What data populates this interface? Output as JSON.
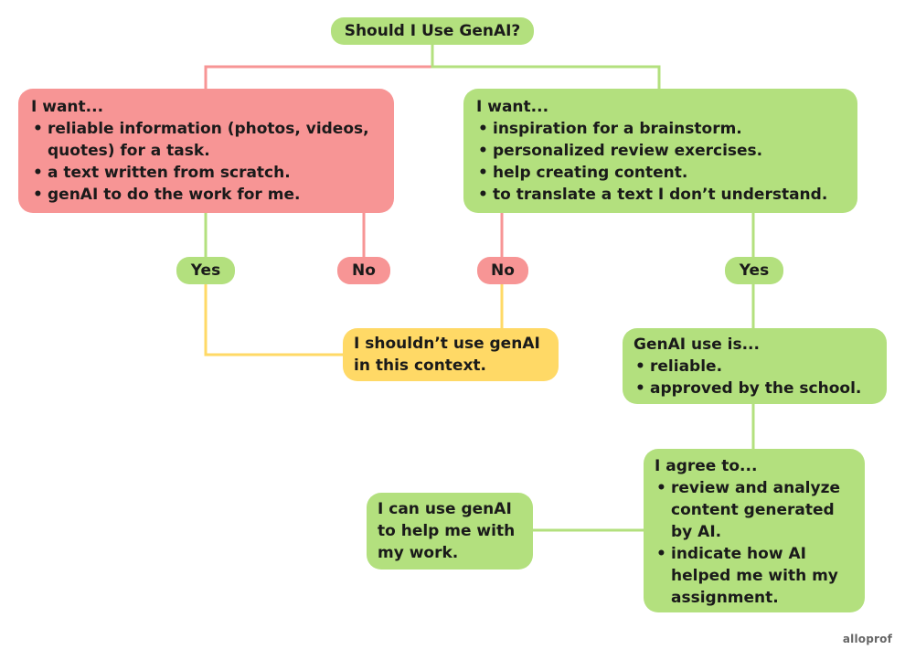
{
  "title": "Should I Use GenAI?",
  "left_box": {
    "heading": "I want...",
    "items": [
      "reliable information (photos, videos, quotes) for a task.",
      "a text written from scratch.",
      "genAI to do the work for me."
    ]
  },
  "right_box": {
    "heading": "I want...",
    "items": [
      "inspiration for a brainstorm.",
      "personalized review exercises.",
      "help creating content.",
      "to translate a text I don’t understand."
    ]
  },
  "labels": {
    "left_yes": "Yes",
    "left_no": "No",
    "right_no": "No",
    "right_yes": "Yes"
  },
  "shouldnt_box": {
    "text": "I shouldn’t use genAI in this context."
  },
  "genai_use_box": {
    "heading": "GenAI use is...",
    "items": [
      "reliable.",
      "approved by the school."
    ]
  },
  "agree_box": {
    "heading": "I agree to...",
    "items": [
      "review and analyze content generated by AI.",
      "indicate how AI helped me with my assignment."
    ]
  },
  "can_use_box": {
    "text": "I can use genAI to help me with my work."
  },
  "watermark": "alloprof",
  "colors": {
    "green": "#b3e07e",
    "red": "#f79595",
    "yellow": "#ffd966",
    "green_line": "#b3e07e",
    "red_line": "#f79595",
    "yellow_line": "#ffd966"
  }
}
